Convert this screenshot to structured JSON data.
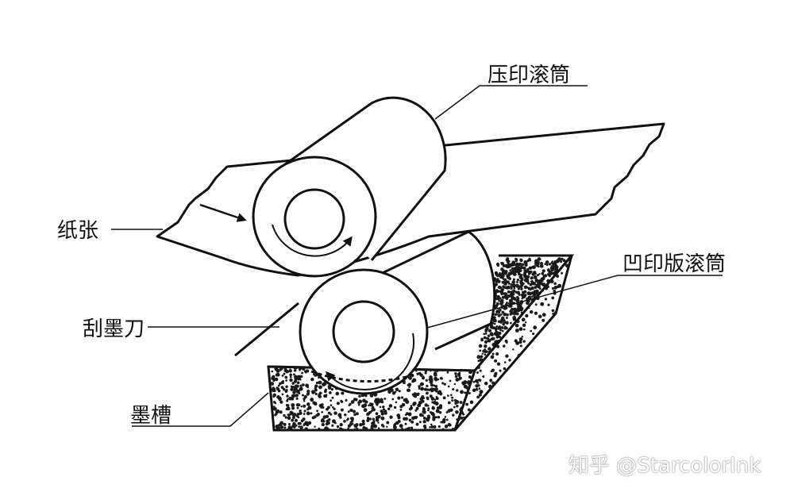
{
  "diagram": {
    "labels": {
      "impression_cylinder": "压印滚筒",
      "paper": "纸张",
      "gravure_cylinder": "凹印版滚筒",
      "doctor_blade": "刮墨刀",
      "ink_trough": "墨槽"
    },
    "watermark": "知乎 @StarcolorInk"
  },
  "colors": {
    "line": "#111111",
    "background": "#ffffff",
    "ink": "#1a1a1a"
  }
}
